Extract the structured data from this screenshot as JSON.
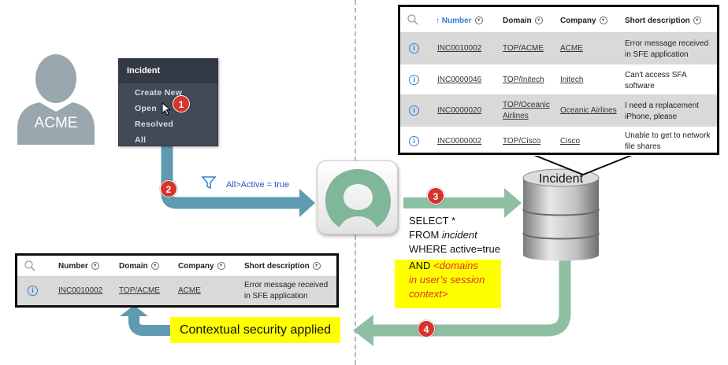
{
  "user": {
    "label": "ACME"
  },
  "menu": {
    "title": "Incident",
    "items": [
      "Create New",
      "Open",
      "Resolved",
      "All"
    ]
  },
  "steps": [
    "1",
    "2",
    "3",
    "4"
  ],
  "filter": {
    "all": "All",
    "sep": ">",
    "condition": "Active = true"
  },
  "sql": {
    "line1": "SELECT *",
    "line2_kw": "FROM",
    "line2_table": "incident",
    "line3": "WHERE active=true",
    "line4_kw": "AND",
    "line4_red1": "<domains",
    "line4_red2": "in user’s session",
    "line4_red3": "context>"
  },
  "database": {
    "label": "Incident"
  },
  "top_table": {
    "columns": [
      "Number",
      "Domain",
      "Company",
      "Short description"
    ],
    "sort_indicator": "↑",
    "rows": [
      {
        "number": "INC0010002",
        "domain": "TOP/ACME",
        "company": "ACME",
        "desc1": "Error message received",
        "desc2": "in SFE application"
      },
      {
        "number": "INC0000046",
        "domain": "TOP/Initech",
        "company": "Initech",
        "desc1": "Can't access SFA",
        "desc2": "software"
      },
      {
        "number": "INC0000020",
        "domain": "TOP/Oceanic",
        "domain2": "Airlines",
        "company": "Oceanic Airlines",
        "desc1": "I need a replacement",
        "desc2": "iPhone, please"
      },
      {
        "number": "INC0000002",
        "domain": "TOP/Cisco",
        "company": "Cisco",
        "desc1": "Unable to get to network",
        "desc2": "file shares"
      }
    ]
  },
  "bottom_table": {
    "columns": [
      "Number",
      "Domain",
      "Company",
      "Short description"
    ],
    "rows": [
      {
        "number": "INC0010002",
        "domain": "TOP/ACME",
        "company": "ACME",
        "desc1": "Error message received",
        "desc2": "in SFE application"
      }
    ]
  },
  "result_label": "Contextual security applied",
  "colors": {
    "arrow_blue": "#5f9ab0",
    "arrow_green": "#8fbfa3",
    "badge_red": "#d9342b",
    "highlight_yellow": "#ffff00",
    "logo_green": "#80b69a",
    "menu_bg": "#424a58"
  }
}
